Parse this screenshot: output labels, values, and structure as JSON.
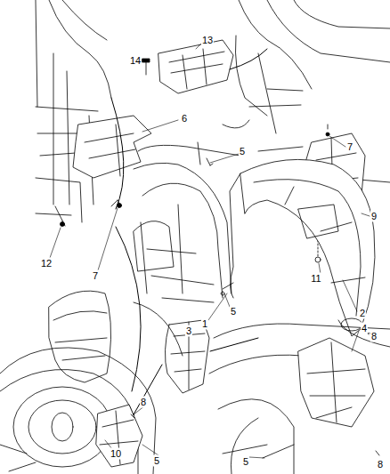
{
  "diagram": {
    "labels": [
      "14",
      "13",
      "6",
      "12",
      "7",
      "7",
      "9",
      "11",
      "5",
      "2",
      "5",
      "1",
      "8",
      "3",
      "4",
      "8",
      "10",
      "5",
      "5",
      "8"
    ]
  }
}
